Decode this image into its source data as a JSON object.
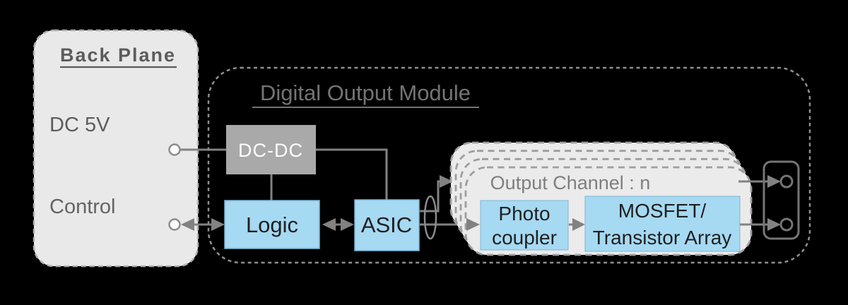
{
  "backplane": {
    "title": "Back Plane",
    "dc_label": "DC 5V",
    "control_label": "Control"
  },
  "module": {
    "title": "Digital Output Module",
    "dcdc_label": "DC-DC",
    "logic_label": "Logic",
    "asic_label": "ASIC"
  },
  "channel": {
    "label": "Output Channel : n",
    "photocoupler_line1": "Photo",
    "photocoupler_line2": "coupler",
    "mosfet_line1": "MOSFET/",
    "mosfet_line2": "Transistor Array"
  },
  "colors": {
    "blue_box": "#a6d9f2",
    "blue_box_border": "#7fb6d4",
    "gray_box": "#a9a9a9",
    "panel_fill": "#e9e9e9",
    "card_fill": "#ebebeb",
    "wire": "#828282",
    "terminal_stroke": "#757575",
    "dark_text": "#1f1f1f",
    "gray_text": "#747474",
    "mid_text": "#5c5c5c",
    "white_text": "#ffffff"
  }
}
